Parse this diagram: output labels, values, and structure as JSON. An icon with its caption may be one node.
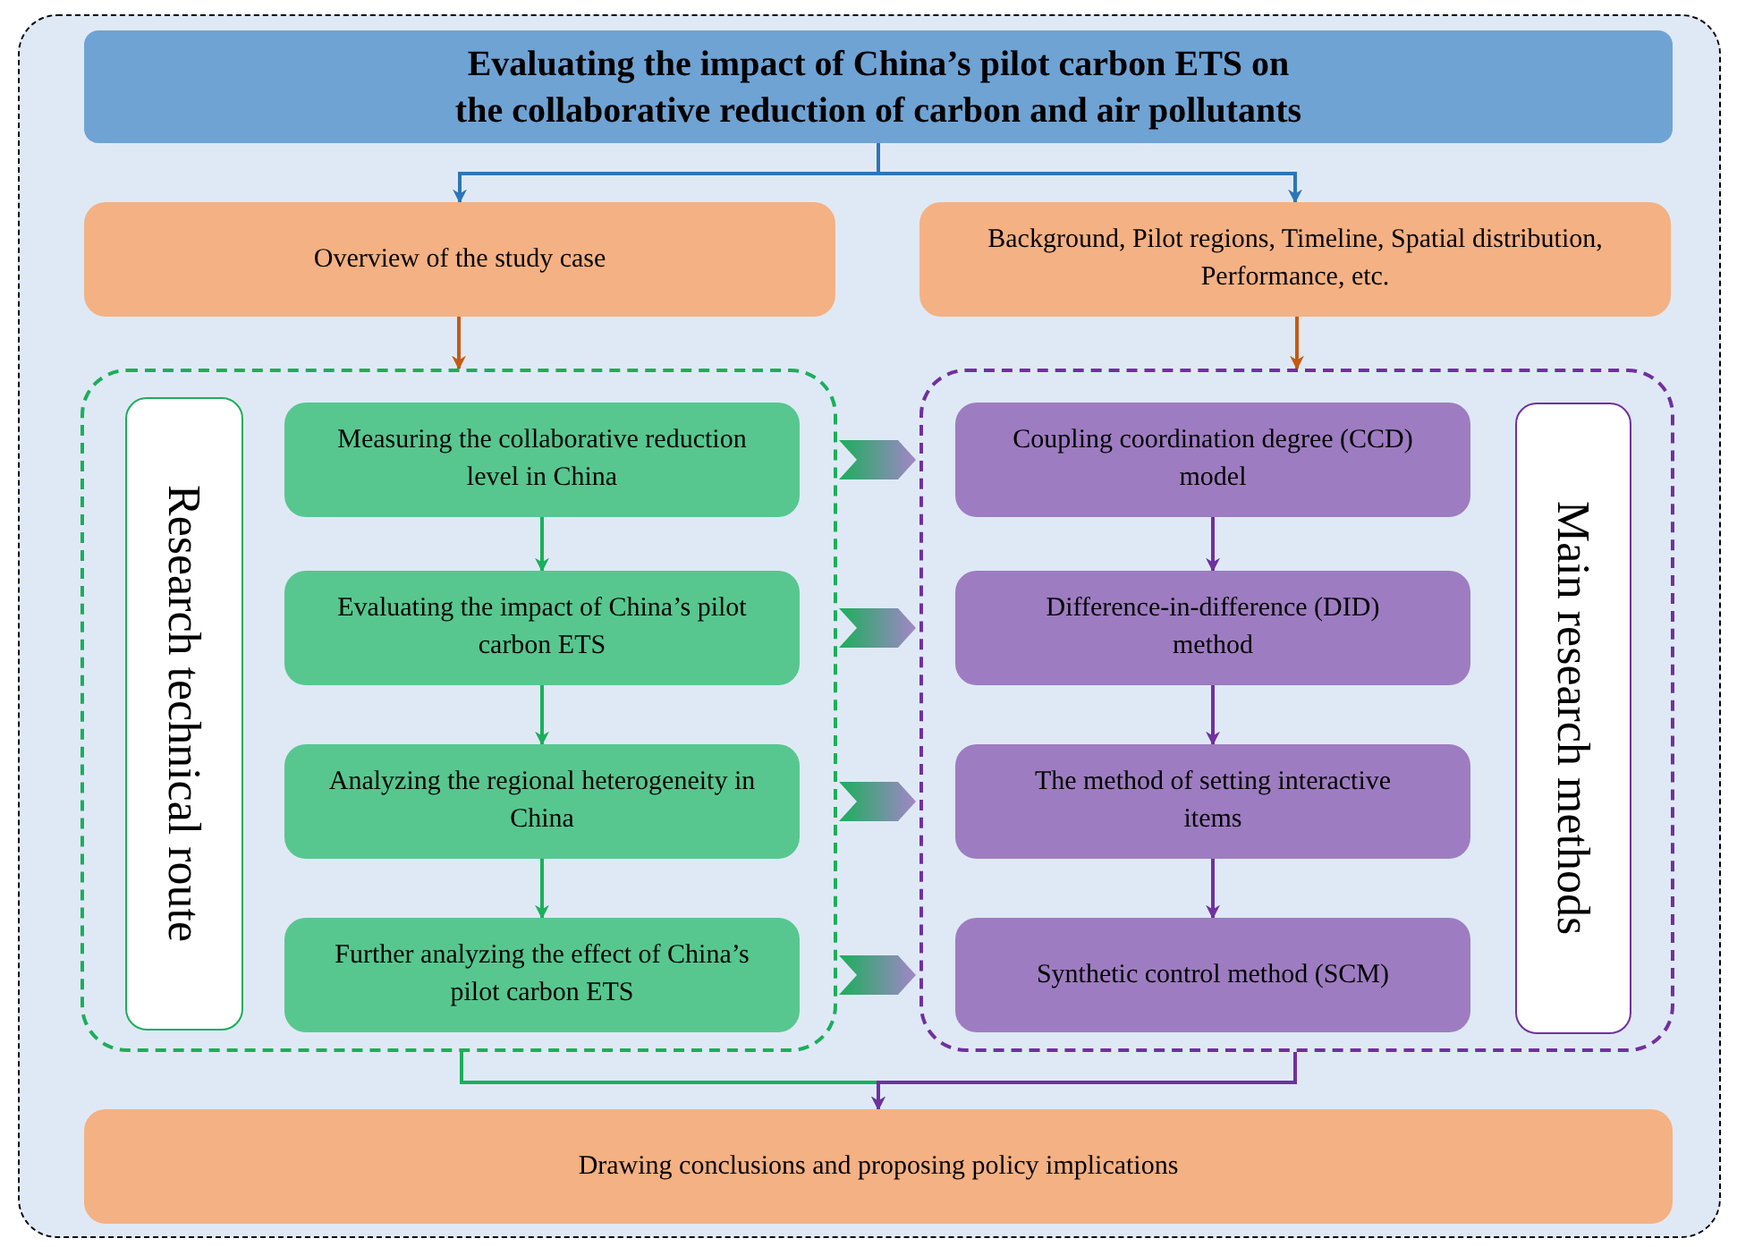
{
  "diagram": {
    "nodes": [
      {
        "text": [
          "Evaluating the impact of China’s pilot carbon ETS on the collaborative reduction of carbon and air pollutants"
        ]
      },
      {
        "text": [
          "Overview of the study case"
        ]
      },
      {
        "text": [
          "Background, Pilot regions, Timeline, Spatial distribution, Performance, etc."
        ]
      },
      {
        "text": [],
        "shape": "box"
      },
      {
        "text": [
          "Research technical route"
        ],
        "in": 3
      },
      {
        "text": [
          "Measuring the collaborative reduction level in China"
        ],
        "in": 3
      },
      {
        "text": [
          "Evaluating the impact of China’s pilot carbon ETS"
        ],
        "in": 3
      },
      {
        "text": [
          "Analyzing the regional heterogeneity in China"
        ],
        "in": 3
      },
      {
        "text": [
          "Further analyzing the effect of China’s pilot carbon ETS"
        ],
        "in": 3
      },
      {
        "text": [],
        "shape": "box"
      },
      {
        "text": [
          "Coupling coordination degree (CCD) model"
        ],
        "in": 9
      },
      {
        "text": [
          "Difference-in-difference (DID) method"
        ],
        "in": 9
      },
      {
        "text": [
          "The method of setting interactive items"
        ],
        "in": 9
      },
      {
        "text": [
          "Synthetic control method (SCM)"
        ],
        "in": 9
      },
      {
        "text": [
          "Main research methods"
        ],
        "in": 9
      },
      {
        "text": [
          "Drawing conclusions and proposing policy implications"
        ]
      }
    ],
    "edges": [
      {
        "from": 0,
        "to": 1,
        "arrow": "to",
        "color": "#2e75b6"
      },
      {
        "from": 0,
        "to": 2,
        "arrow": "to",
        "color": "#2e75b6"
      },
      {
        "from": 1,
        "to": 3,
        "arrow": "to",
        "color": "#c55a11"
      },
      {
        "from": 2,
        "to": 9,
        "arrow": "to",
        "color": "#c55a11"
      },
      {
        "from": 5,
        "to": 6,
        "arrow": "to",
        "color": "#1aaf5a"
      },
      {
        "from": 6,
        "to": 7,
        "arrow": "to",
        "color": "#1aaf5a"
      },
      {
        "from": 7,
        "to": 8,
        "arrow": "to",
        "color": "#1aaf5a"
      },
      {
        "from": 10,
        "to": 11,
        "arrow": "to",
        "color": "#7030a0"
      },
      {
        "from": 11,
        "to": 12,
        "arrow": "to",
        "color": "#7030a0"
      },
      {
        "from": 12,
        "to": 13,
        "arrow": "to",
        "color": "#7030a0"
      },
      {
        "from": 3,
        "to": 9,
        "arrow": "to",
        "style": "thick"
      },
      {
        "from": 3,
        "to": 9,
        "arrow": "to",
        "style": "thick"
      },
      {
        "from": 3,
        "to": 9,
        "arrow": "to",
        "style": "thick"
      },
      {
        "from": 3,
        "to": 9,
        "arrow": "to",
        "style": "thick"
      },
      {
        "from": 3,
        "to": 15,
        "arrow": "to",
        "color": "#1aaf5a"
      },
      {
        "from": 9,
        "to": 15,
        "arrow": "to",
        "color": "#7030a0"
      }
    ]
  }
}
